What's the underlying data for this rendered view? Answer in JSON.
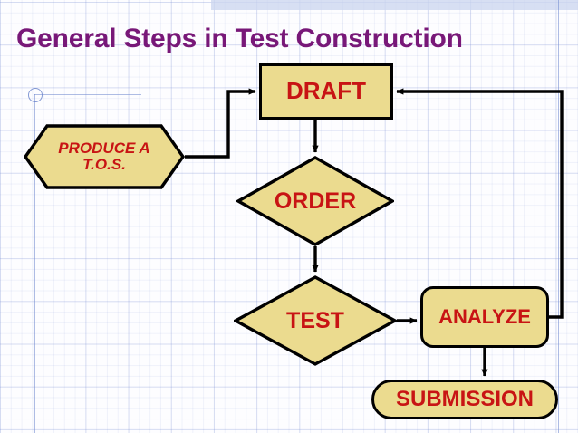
{
  "slide": {
    "title": "General Steps in Test Construction",
    "title_color": "#781878",
    "shape_fill": "#ebdb8f",
    "shape_stroke": "#000000",
    "label_color": "#c81414",
    "background": "graph-paper"
  },
  "flowchart": {
    "type": "flowchart",
    "nodes": [
      {
        "id": "tos",
        "label": "PRODUCE A\nT.O.S.",
        "line1": "PRODUCE A",
        "line2": "T.O.S.",
        "shape": "hexagon"
      },
      {
        "id": "draft",
        "label": "DRAFT",
        "shape": "rectangle"
      },
      {
        "id": "order",
        "label": "ORDER",
        "shape": "diamond"
      },
      {
        "id": "test",
        "label": "TEST",
        "shape": "diamond"
      },
      {
        "id": "analyze",
        "label": "ANALYZE",
        "shape": "rounded-rectangle"
      },
      {
        "id": "submission",
        "label": "SUBMISSION",
        "shape": "stadium"
      }
    ],
    "edges": [
      {
        "from": "tos",
        "to": "draft",
        "style": "elbow-up-right"
      },
      {
        "from": "draft",
        "to": "order",
        "style": "straight-down"
      },
      {
        "from": "order",
        "to": "test",
        "style": "straight-down"
      },
      {
        "from": "test",
        "to": "analyze",
        "style": "straight-right"
      },
      {
        "from": "analyze",
        "to": "submission",
        "style": "straight-down"
      },
      {
        "from": "analyze",
        "to": "draft",
        "style": "feedback-loop-right"
      }
    ]
  }
}
